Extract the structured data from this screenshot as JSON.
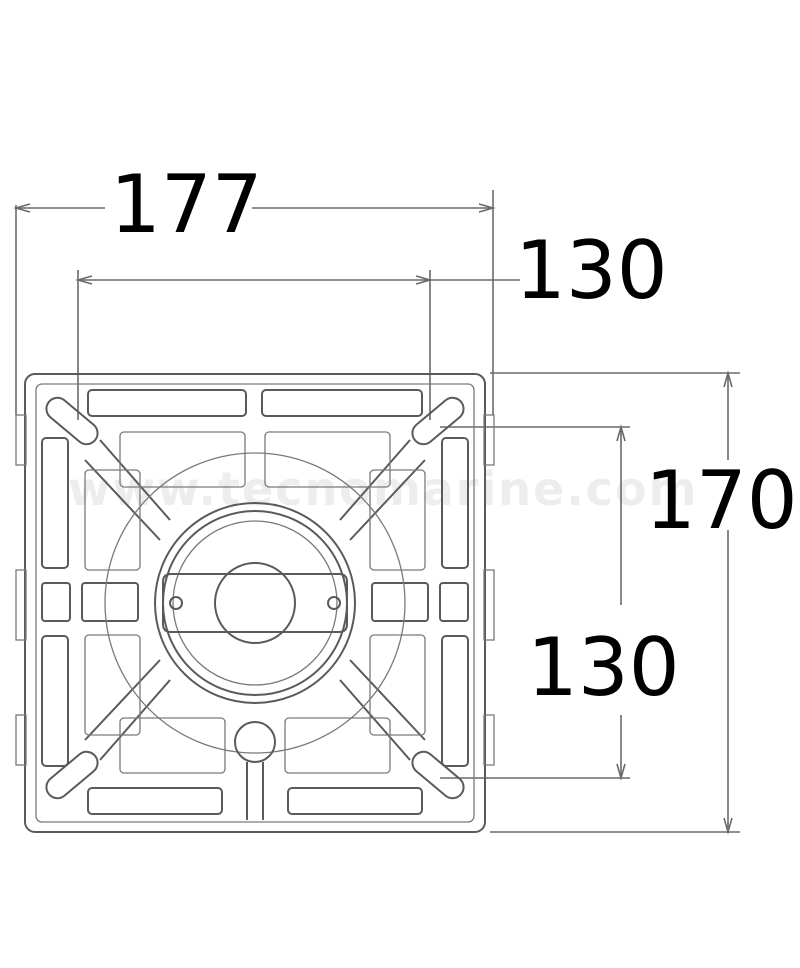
{
  "dimensions": {
    "overall_width": "177",
    "hole_spacing_width": "130",
    "overall_height": "170",
    "hole_spacing_height": "130"
  },
  "watermark": "www.tecnomarine.com"
}
